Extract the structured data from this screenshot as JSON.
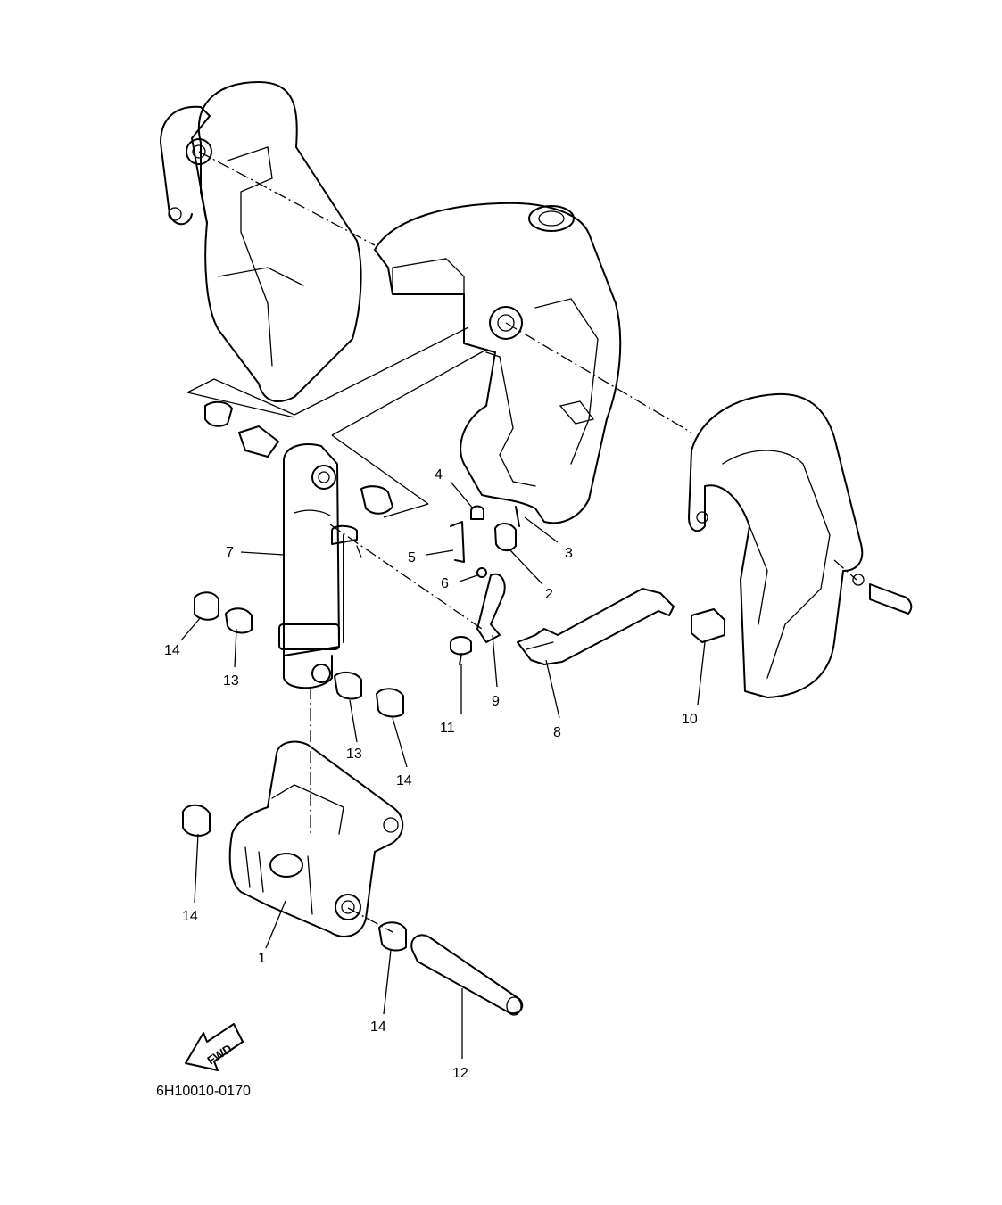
{
  "callouts": [
    {
      "id": "c1",
      "label": "1"
    },
    {
      "id": "c2",
      "label": "2"
    },
    {
      "id": "c3",
      "label": "3"
    },
    {
      "id": "c4",
      "label": "4"
    },
    {
      "id": "c5",
      "label": "5"
    },
    {
      "id": "c6",
      "label": "6"
    },
    {
      "id": "c7",
      "label": "7"
    },
    {
      "id": "c8",
      "label": "8"
    },
    {
      "id": "c9",
      "label": "9"
    },
    {
      "id": "c10",
      "label": "10"
    },
    {
      "id": "c11",
      "label": "11"
    },
    {
      "id": "c12",
      "label": "12"
    },
    {
      "id": "c13a",
      "label": "13"
    },
    {
      "id": "c13b",
      "label": "13"
    },
    {
      "id": "c14a",
      "label": "14"
    },
    {
      "id": "c14b",
      "label": "14"
    },
    {
      "id": "c14c",
      "label": "14"
    },
    {
      "id": "c14d",
      "label": "14"
    }
  ],
  "fwd_label": "FWD",
  "diagram_code": "6H10010-0170"
}
